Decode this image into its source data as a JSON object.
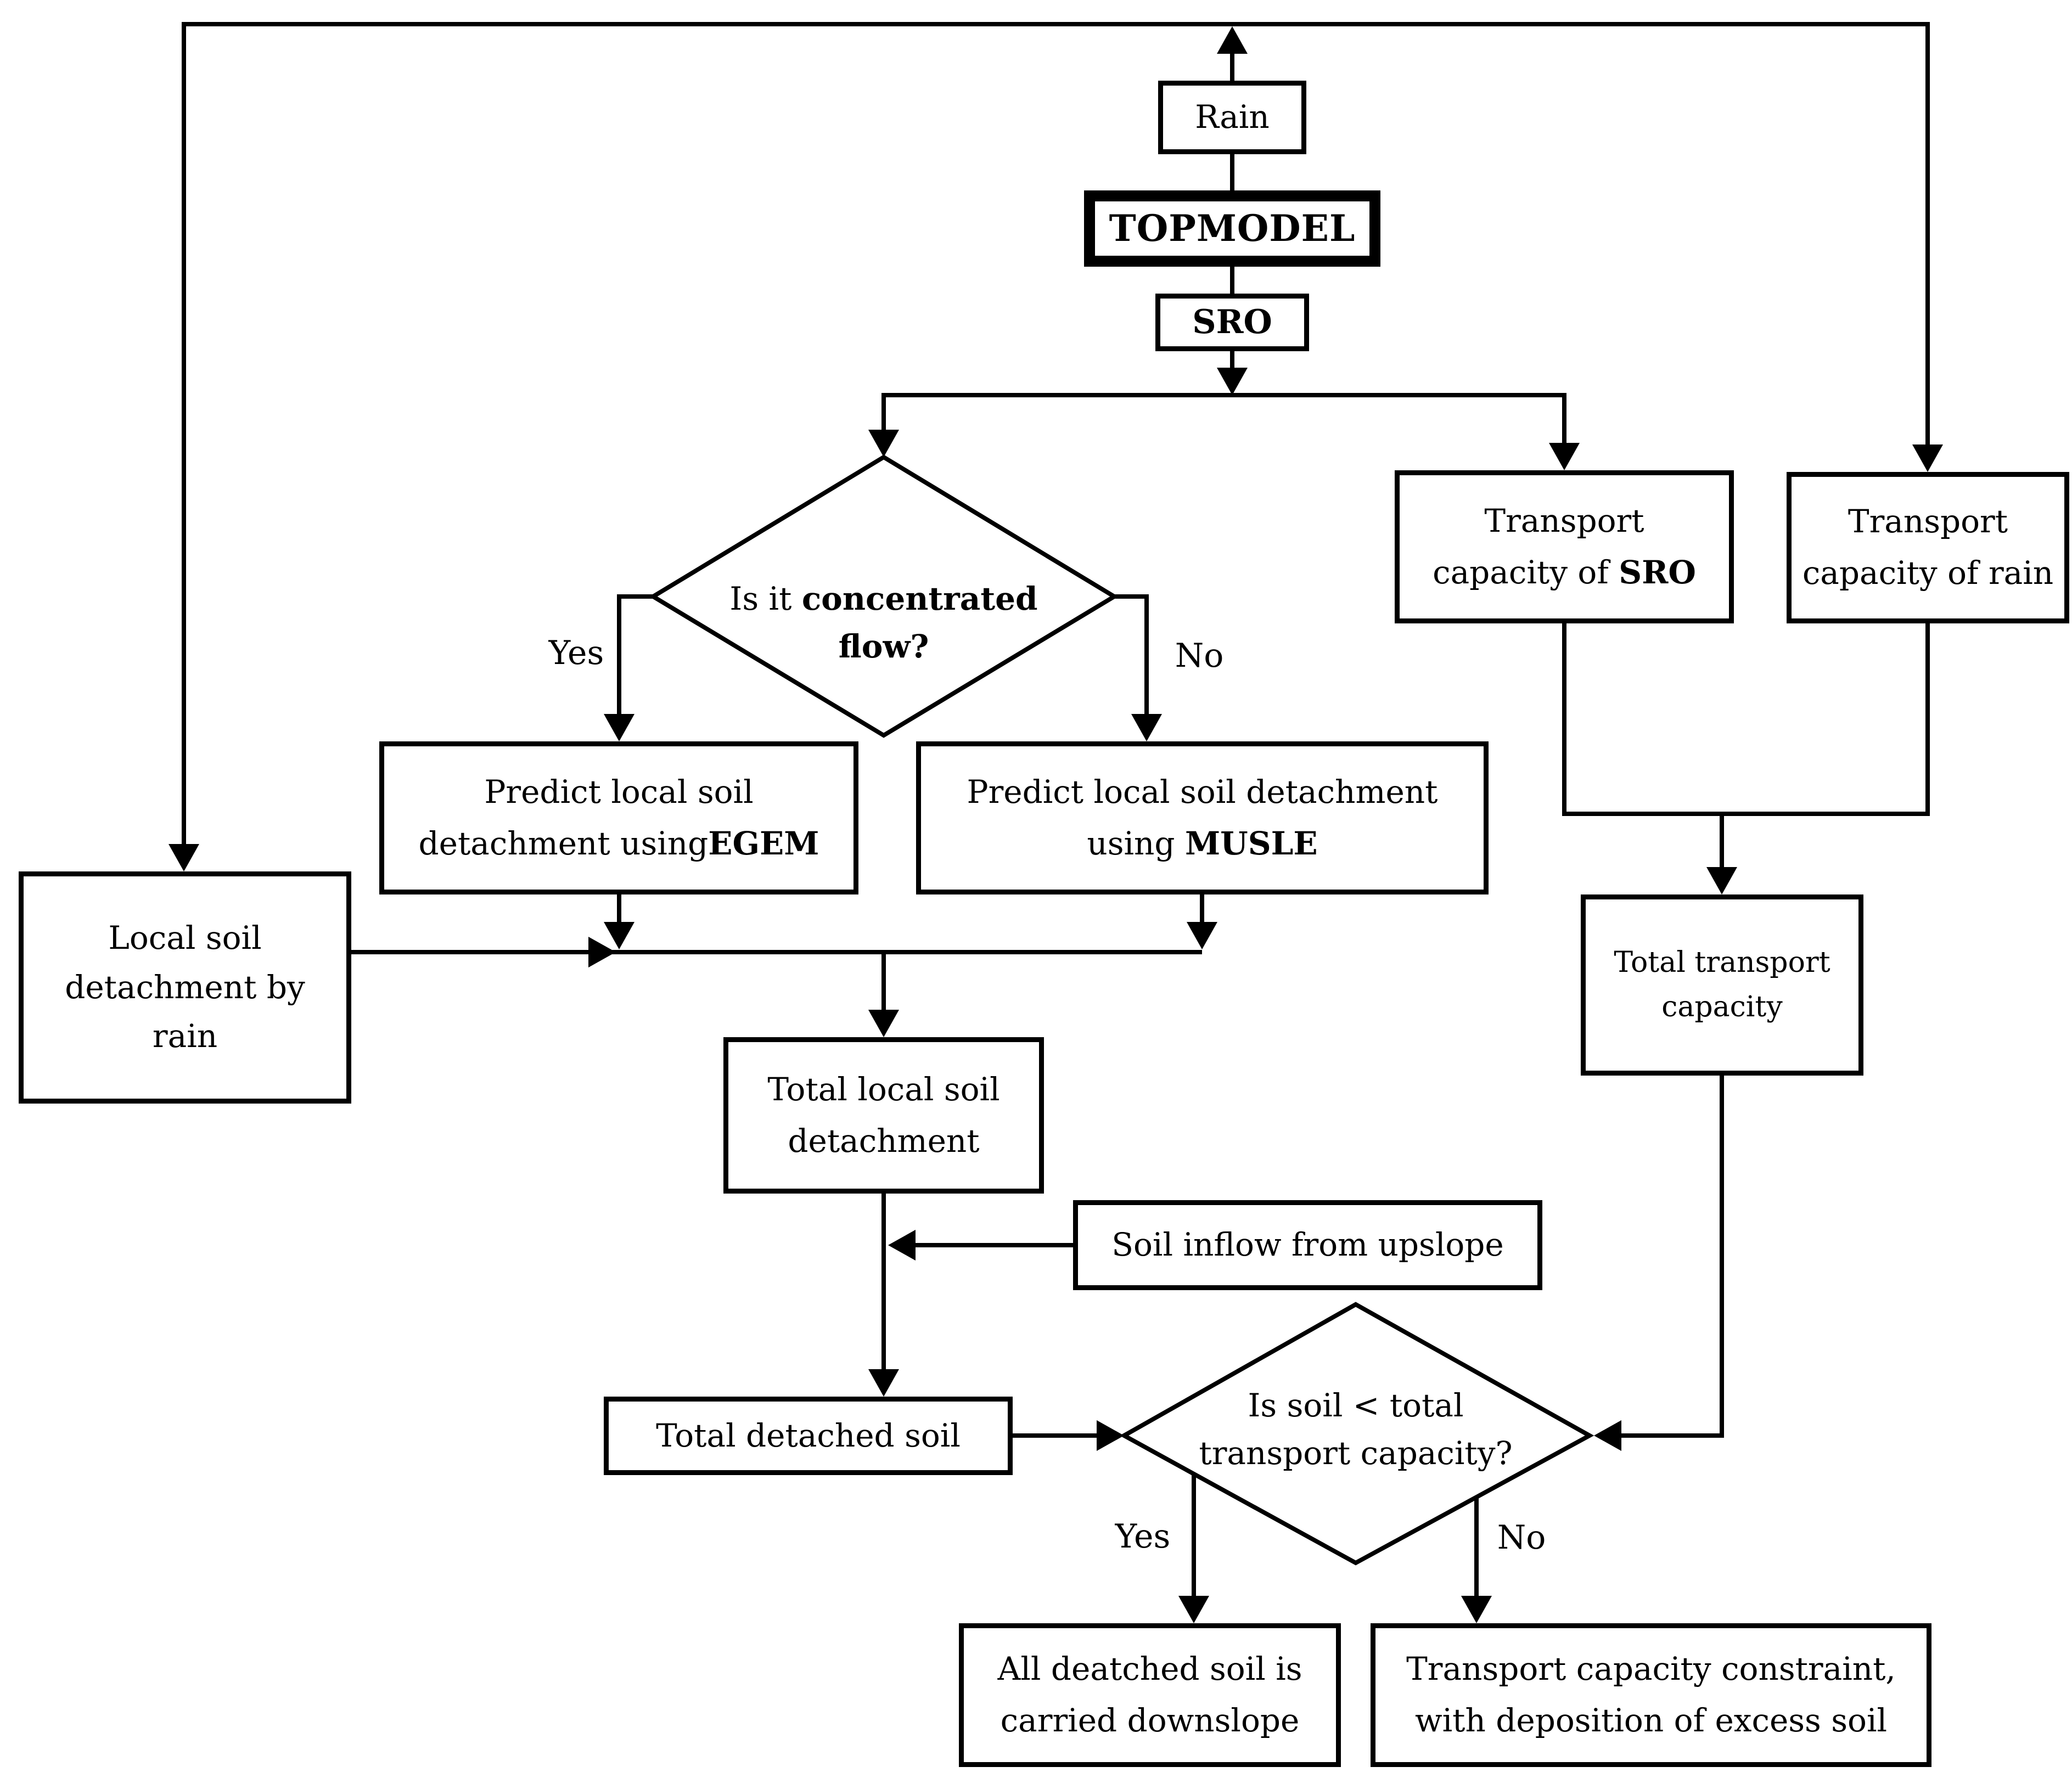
{
  "title": "Soil erosion model flowchart",
  "colors": {
    "line": "#000000",
    "background": "#ffffff",
    "text": "#000000"
  },
  "nodes": {
    "rain": {
      "label": "Rain"
    },
    "topmodel": {
      "label": "TOPMODEL"
    },
    "sro": {
      "label": "SRO"
    },
    "decision_flow": {
      "line1_normal": "Is it ",
      "line1_bold": "concentrated",
      "line2_bold": "flow?"
    },
    "predict_egem": {
      "line1": "Predict local soil",
      "line2_normal": "detachment using",
      "line2_bold": "EGEM"
    },
    "predict_musle": {
      "line1": "Predict local soil detachment",
      "line2_normal": "using ",
      "line2_bold": "MUSLE"
    },
    "cap_sro": {
      "line1": "Transport",
      "line2_normal": "capacity of ",
      "line2_bold": "SRO"
    },
    "cap_rain": {
      "line1": "Transport",
      "line2": "capacity of rain"
    },
    "local_rain": {
      "line1": "Local soil",
      "line2": "detachment by",
      "line3": "rain"
    },
    "total_local": {
      "line1": "Total local soil",
      "line2": "detachment"
    },
    "soil_inflow": {
      "label": "Soil inflow from upslope"
    },
    "total_detached": {
      "label": "Total detached soil"
    },
    "decision_capacity": {
      "line1": "Is soil < total",
      "line2": "transport capacity?"
    },
    "total_capacity": {
      "line1": "Total transport",
      "line2": "capacity"
    },
    "all_carried": {
      "line1": "All deatched soil is",
      "line2": "carried downslope"
    },
    "constraint": {
      "line1": "Transport capacity constraint,",
      "line2": "with deposition of excess soil"
    }
  },
  "edges": {
    "yes1": "Yes",
    "no1": "No",
    "yes2": "Yes",
    "no2": "No"
  }
}
